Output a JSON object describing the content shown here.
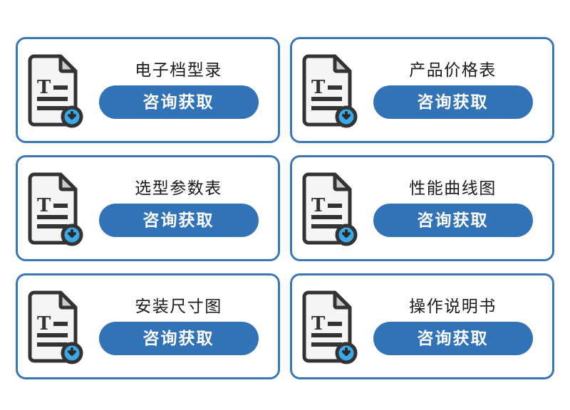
{
  "page": {
    "background_color": "#ffffff",
    "card_border_color": "#3a76b8",
    "button_color": "#3273b8",
    "button_text_color": "#ffffff",
    "title_color": "#1a1a1a",
    "icon_badge_color": "#3ba8e8",
    "icon_outline_color": "#333333",
    "icon_page_color": "#f5f5f5",
    "icon_fold_color": "#cccccc"
  },
  "cards": [
    {
      "id": "electronic-catalog",
      "title": "电子档型录",
      "button_label": "咨询获取",
      "icon": "document-download-icon"
    },
    {
      "id": "product-price-list",
      "title": "产品价格表",
      "button_label": "咨询获取",
      "icon": "document-download-icon"
    },
    {
      "id": "selection-parameter-table",
      "title": "选型参数表",
      "button_label": "咨询获取",
      "icon": "document-download-icon"
    },
    {
      "id": "performance-curve-chart",
      "title": "性能曲线图",
      "button_label": "咨询获取",
      "icon": "document-download-icon"
    },
    {
      "id": "installation-dimension-drawing",
      "title": "安装尺寸图",
      "button_label": "咨询获取",
      "icon": "document-download-icon"
    },
    {
      "id": "operation-manual",
      "title": "操作说明书",
      "button_label": "咨询获取",
      "icon": "document-download-icon"
    }
  ]
}
